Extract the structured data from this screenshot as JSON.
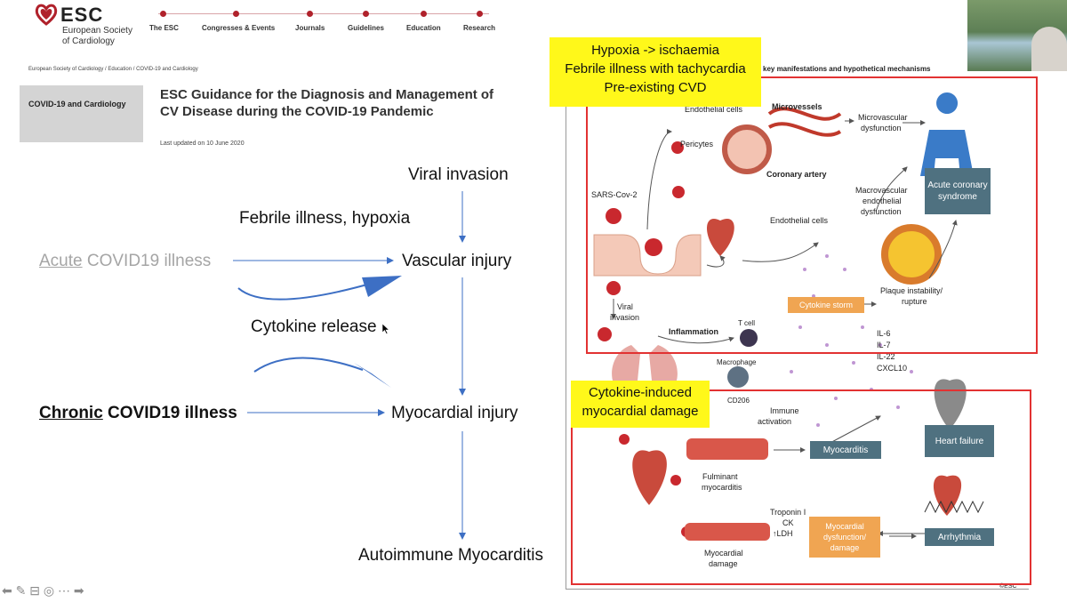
{
  "header": {
    "logo": "ESC",
    "org_line1": "European Society",
    "org_line2": "of Cardiology",
    "nav": [
      "The ESC",
      "Congresses & Events",
      "Journals",
      "Guidelines",
      "Education",
      "Research"
    ]
  },
  "breadcrumb": "European Society of Cardiology  /  Education  /  COVID-19 and Cardiology",
  "sidebar_box": "COVID-19 and Cardiology",
  "guidance": {
    "title": "ESC Guidance for the Diagnosis and Management of CV Disease during the COVID-19 Pandemic",
    "updated": "Last updated on 10 June 2020"
  },
  "slide": {
    "viral_invasion": "Viral invasion",
    "febrile": "Febrile illness, hypoxia",
    "acute_underlined": "Acute",
    "acute_rest": " COVID19 illness",
    "vascular_injury": "Vascular injury",
    "cytokine_release": "Cytokine release",
    "chronic_underlined": "Chronic",
    "chronic_rest": " COVID19 illness",
    "myocardial_injury": "Myocardial injury",
    "autoimmune": "Autoimmune Myocarditis"
  },
  "figure": {
    "callout_top": [
      "Hypoxia -> ischaemia",
      "Febrile illness with tachycardia",
      "Pre-existing CVD"
    ],
    "callout_bottom": [
      "Cytokine-induced",
      "myocardial damage"
    ],
    "header_fragment": "key manifestations and hypothetical mechanisms",
    "labels": {
      "endothelial_cells": "Endothelial cells",
      "pericytes": "Pericytes",
      "microvessels": "Microvessels",
      "microvascular": "Microvascular",
      "dysfunction": "dysfunction",
      "sars": "SARS-Cov-2",
      "coronary_artery": "Coronary artery",
      "macrovascular1": "Macrovascular",
      "macrovascular2": "endothelial",
      "macrovascular3": "dysfunction",
      "endothelial_cells2": "Endothelial cells",
      "viral": "Viral",
      "invasion": "invasion",
      "inflammation": "Inflammation",
      "tcell": "T cell",
      "plaque1": "Plaque instability/",
      "plaque2": "rupture",
      "il6": "IL-6",
      "il7": "IL-7",
      "il22": "IL-22",
      "cxcl10": "CXCL10",
      "macrophage": "Macrophage",
      "cd206": "CD206",
      "immune1": "Immune",
      "immune2": "activation",
      "fulminant1": "Fulminant",
      "fulminant2": "myocarditis",
      "troponin": "Troponin I",
      "ck": "CK",
      "ldh": "LDH",
      "myo_damage1": "Myocardial",
      "myo_damage2": "damage",
      "copyright": "©ESC"
    },
    "boxes": {
      "acs": "Acute coronary syndrome",
      "cytokine_storm": "Cytokine storm",
      "myocarditis": "Myocarditis",
      "heart_failure": "Heart failure",
      "myo_dysfunction": "Myocardial dysfunction/ damage",
      "arrhythmia": "Arrhythmia"
    }
  },
  "colors": {
    "esc_red": "#b0212b",
    "callout_yellow": "#fff81a",
    "frame_red": "#e23232",
    "box_teal": "#4f7180",
    "box_orange": "#f0a552",
    "arrow_blue": "#3d6fc4"
  }
}
